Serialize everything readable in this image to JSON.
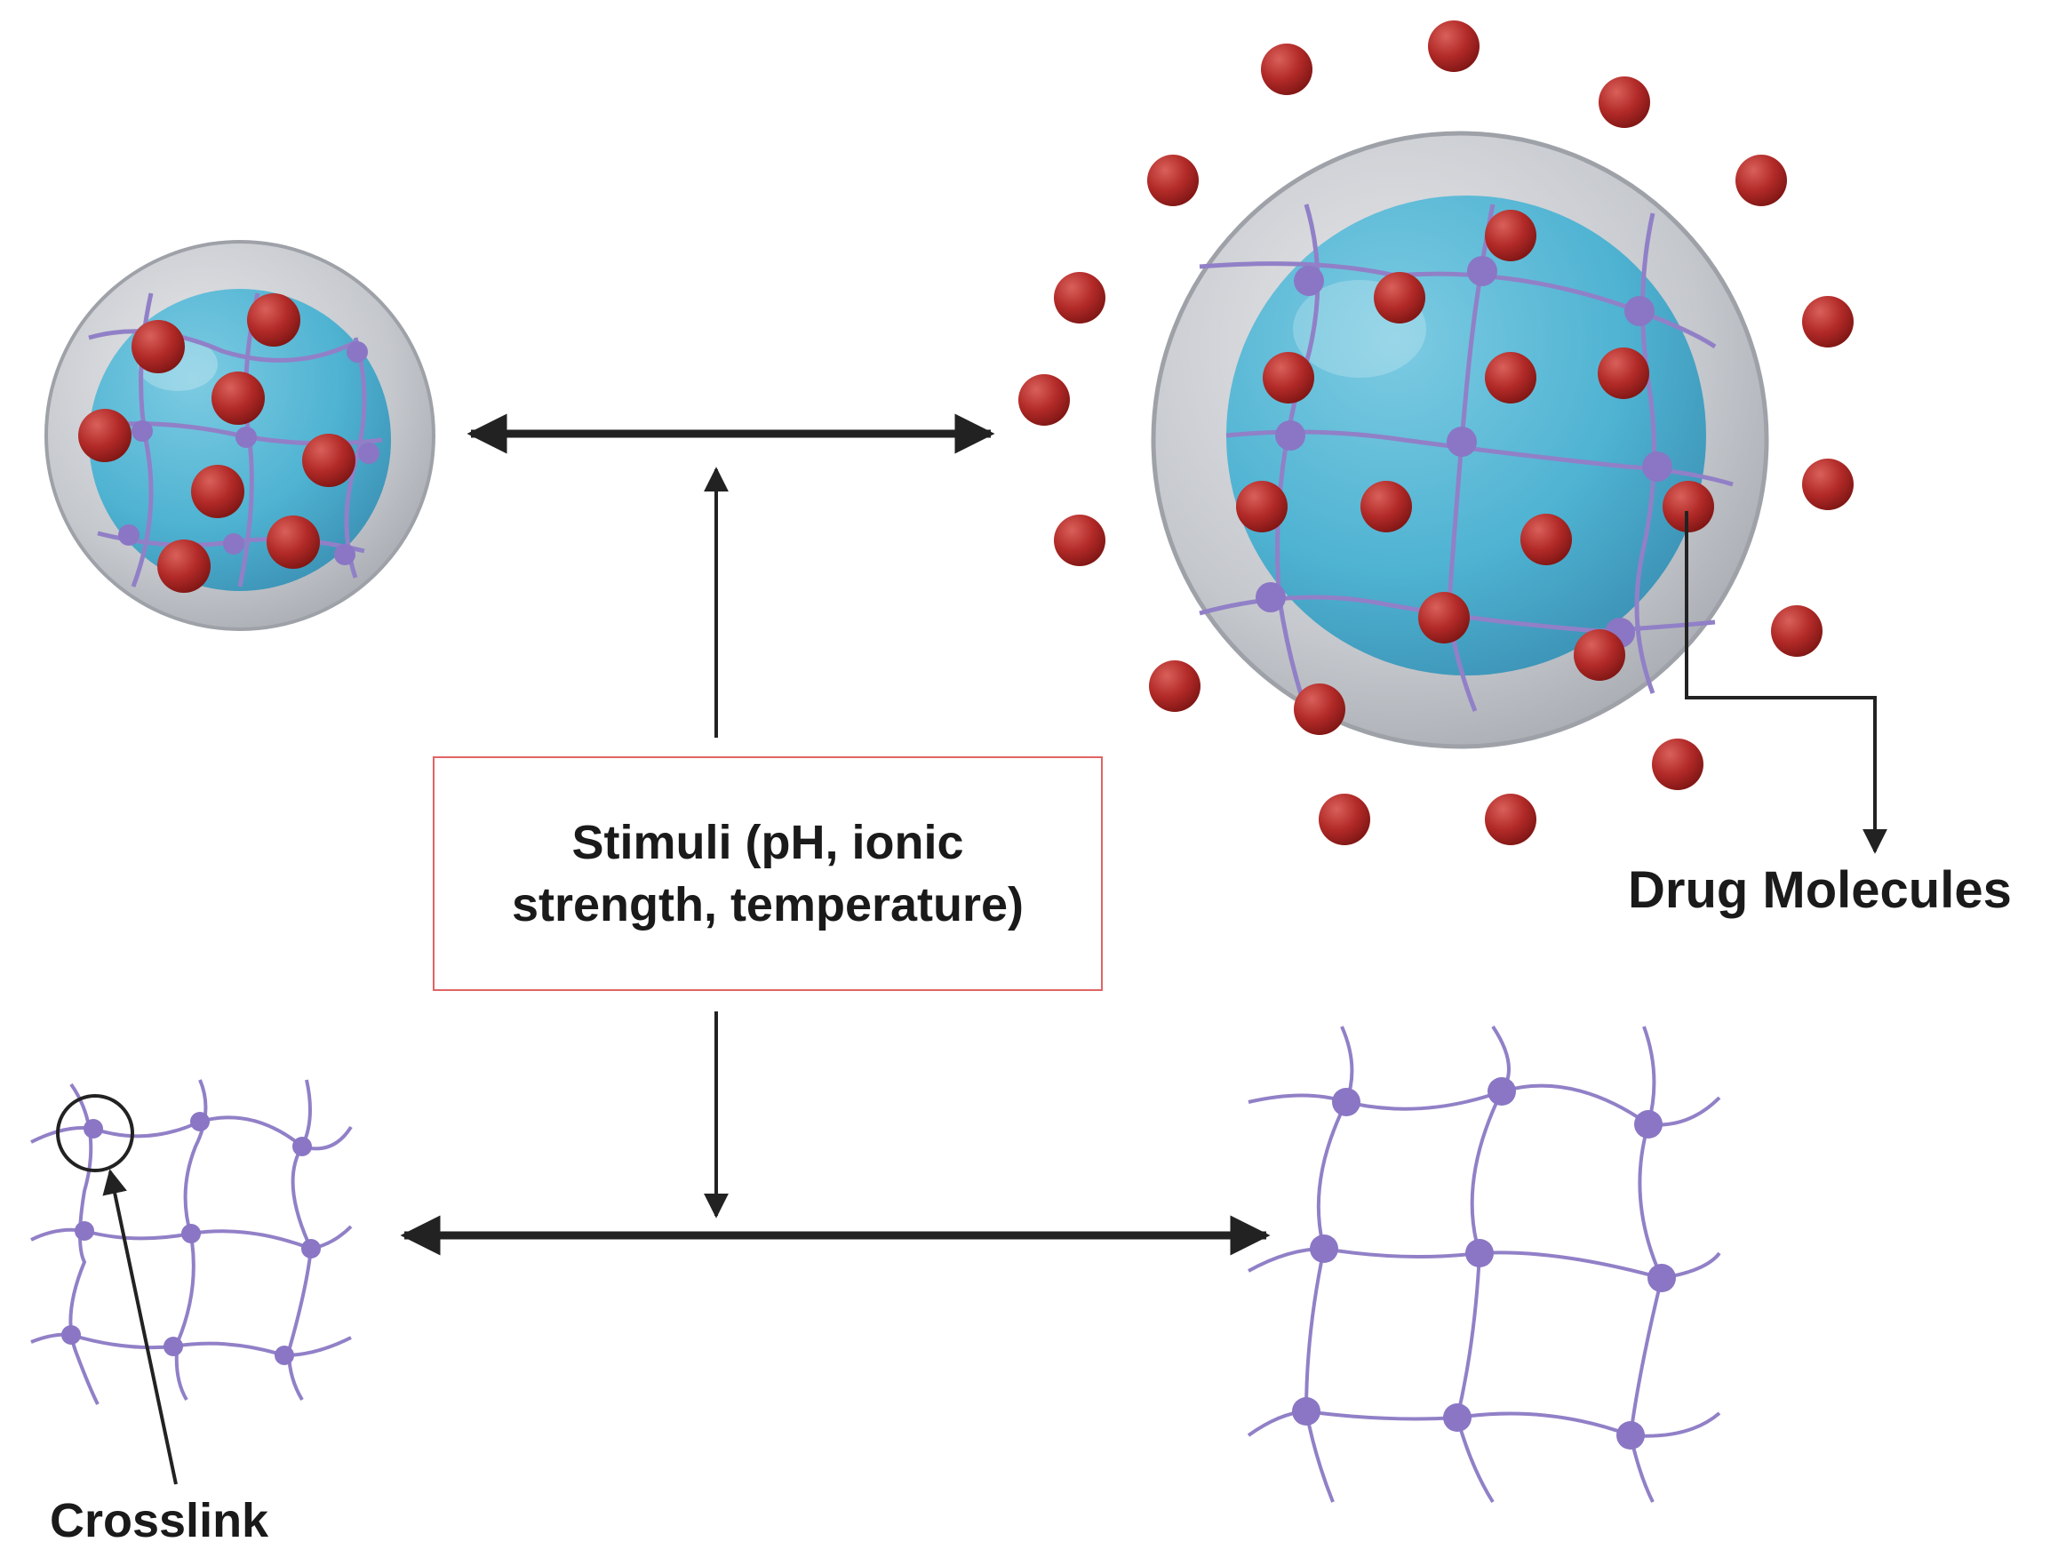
{
  "labels": {
    "stimuli_line1": "Stimuli (pH, ionic",
    "stimuli_line2": "strength, temperature)",
    "drug_molecules": "Drug Molecules",
    "crosslink": "Crosslink"
  },
  "colors": {
    "drug": "#b22a28",
    "drug_highlight": "#d9605a",
    "gel": "#4fb3d2",
    "shell": "#c9ccd1",
    "network": "#9180c7",
    "node": "#8a76c4",
    "arrow": "#222222",
    "box_border": "#e06464"
  },
  "icons": [
    "drug-molecule-icon",
    "crosslink-node-icon",
    "double-arrow-icon",
    "arrow-icon"
  ]
}
